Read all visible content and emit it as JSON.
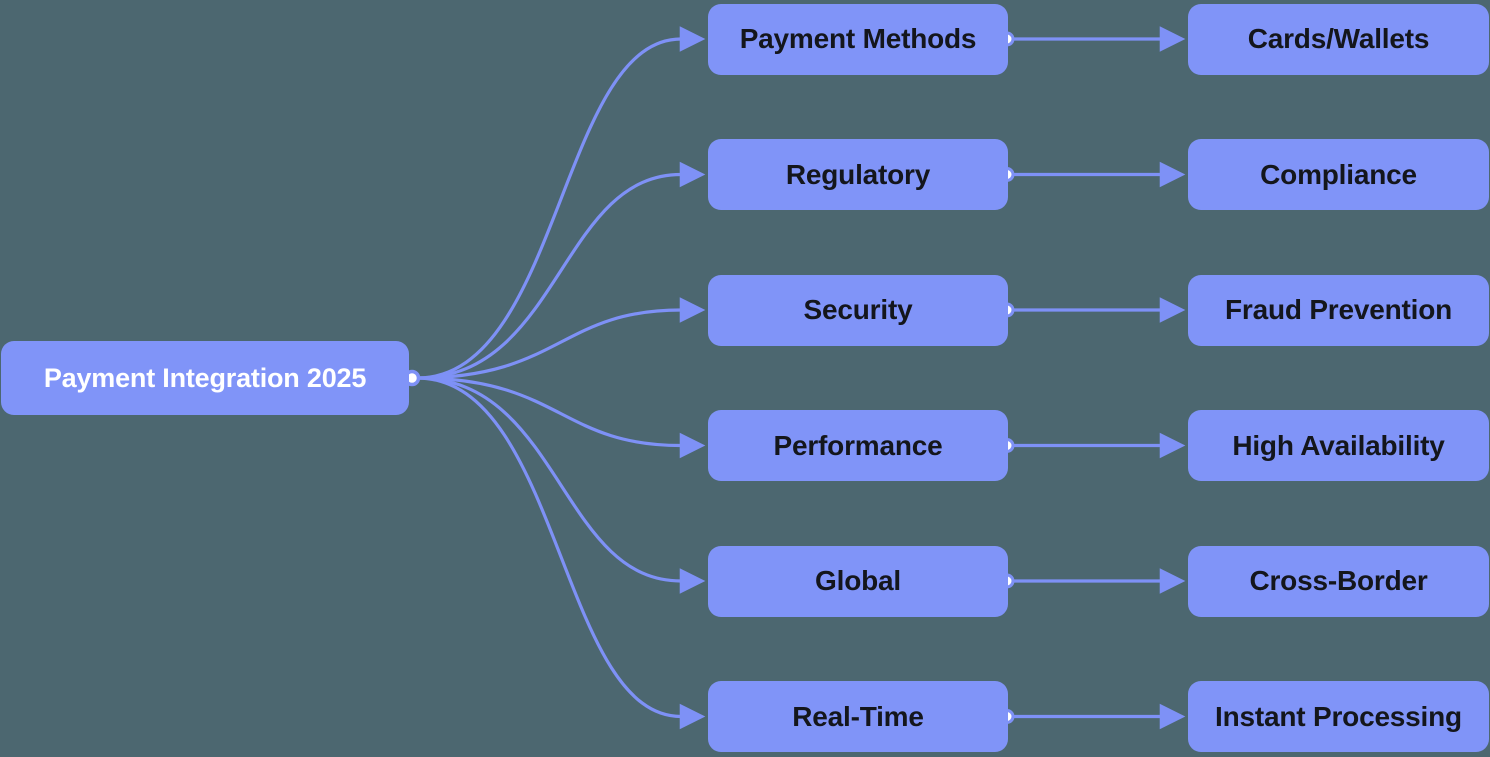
{
  "diagram": {
    "type": "mindmap",
    "root": {
      "label": "Payment Integration 2025"
    },
    "branches": [
      {
        "label": "Payment Methods",
        "child": "Cards/Wallets"
      },
      {
        "label": "Regulatory",
        "child": "Compliance"
      },
      {
        "label": "Security",
        "child": "Fraud Prevention"
      },
      {
        "label": "Performance",
        "child": "High Availability"
      },
      {
        "label": "Global",
        "child": "Cross-Border"
      },
      {
        "label": "Real-Time",
        "child": "Instant Processing"
      }
    ],
    "colors": {
      "background": "#4c6770",
      "node_fill": "#8094f8",
      "connector": "#7e91f6",
      "root_text": "#ffffff",
      "node_text": "#14161c",
      "connector_dot": "#ffffff"
    }
  }
}
